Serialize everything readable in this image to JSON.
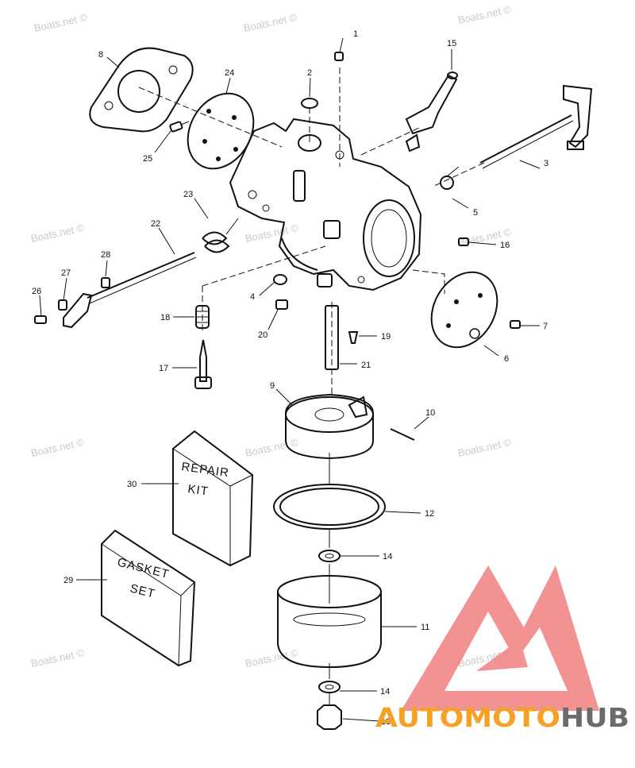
{
  "watermark": "Boats.net ©",
  "logo": {
    "text_a": "AUTOMOTO",
    "text_b": "HUB",
    "color_a": "#f6a126",
    "color_b": "#6b6b6b",
    "mark_color": "#f08080"
  },
  "boxes": {
    "repair_kit": [
      "REPAIR",
      "KIT"
    ],
    "gasket_set": [
      "GASKET",
      "SET"
    ]
  },
  "callouts": [
    "1",
    "2",
    "3",
    "4",
    "5",
    "6",
    "7",
    "8",
    "9",
    "10",
    "11",
    "12",
    "13",
    "14",
    "14",
    "15",
    "16",
    "17",
    "18",
    "19",
    "20",
    "21",
    "22",
    "23",
    "24",
    "25",
    "26",
    "27",
    "28",
    "29",
    "30"
  ]
}
